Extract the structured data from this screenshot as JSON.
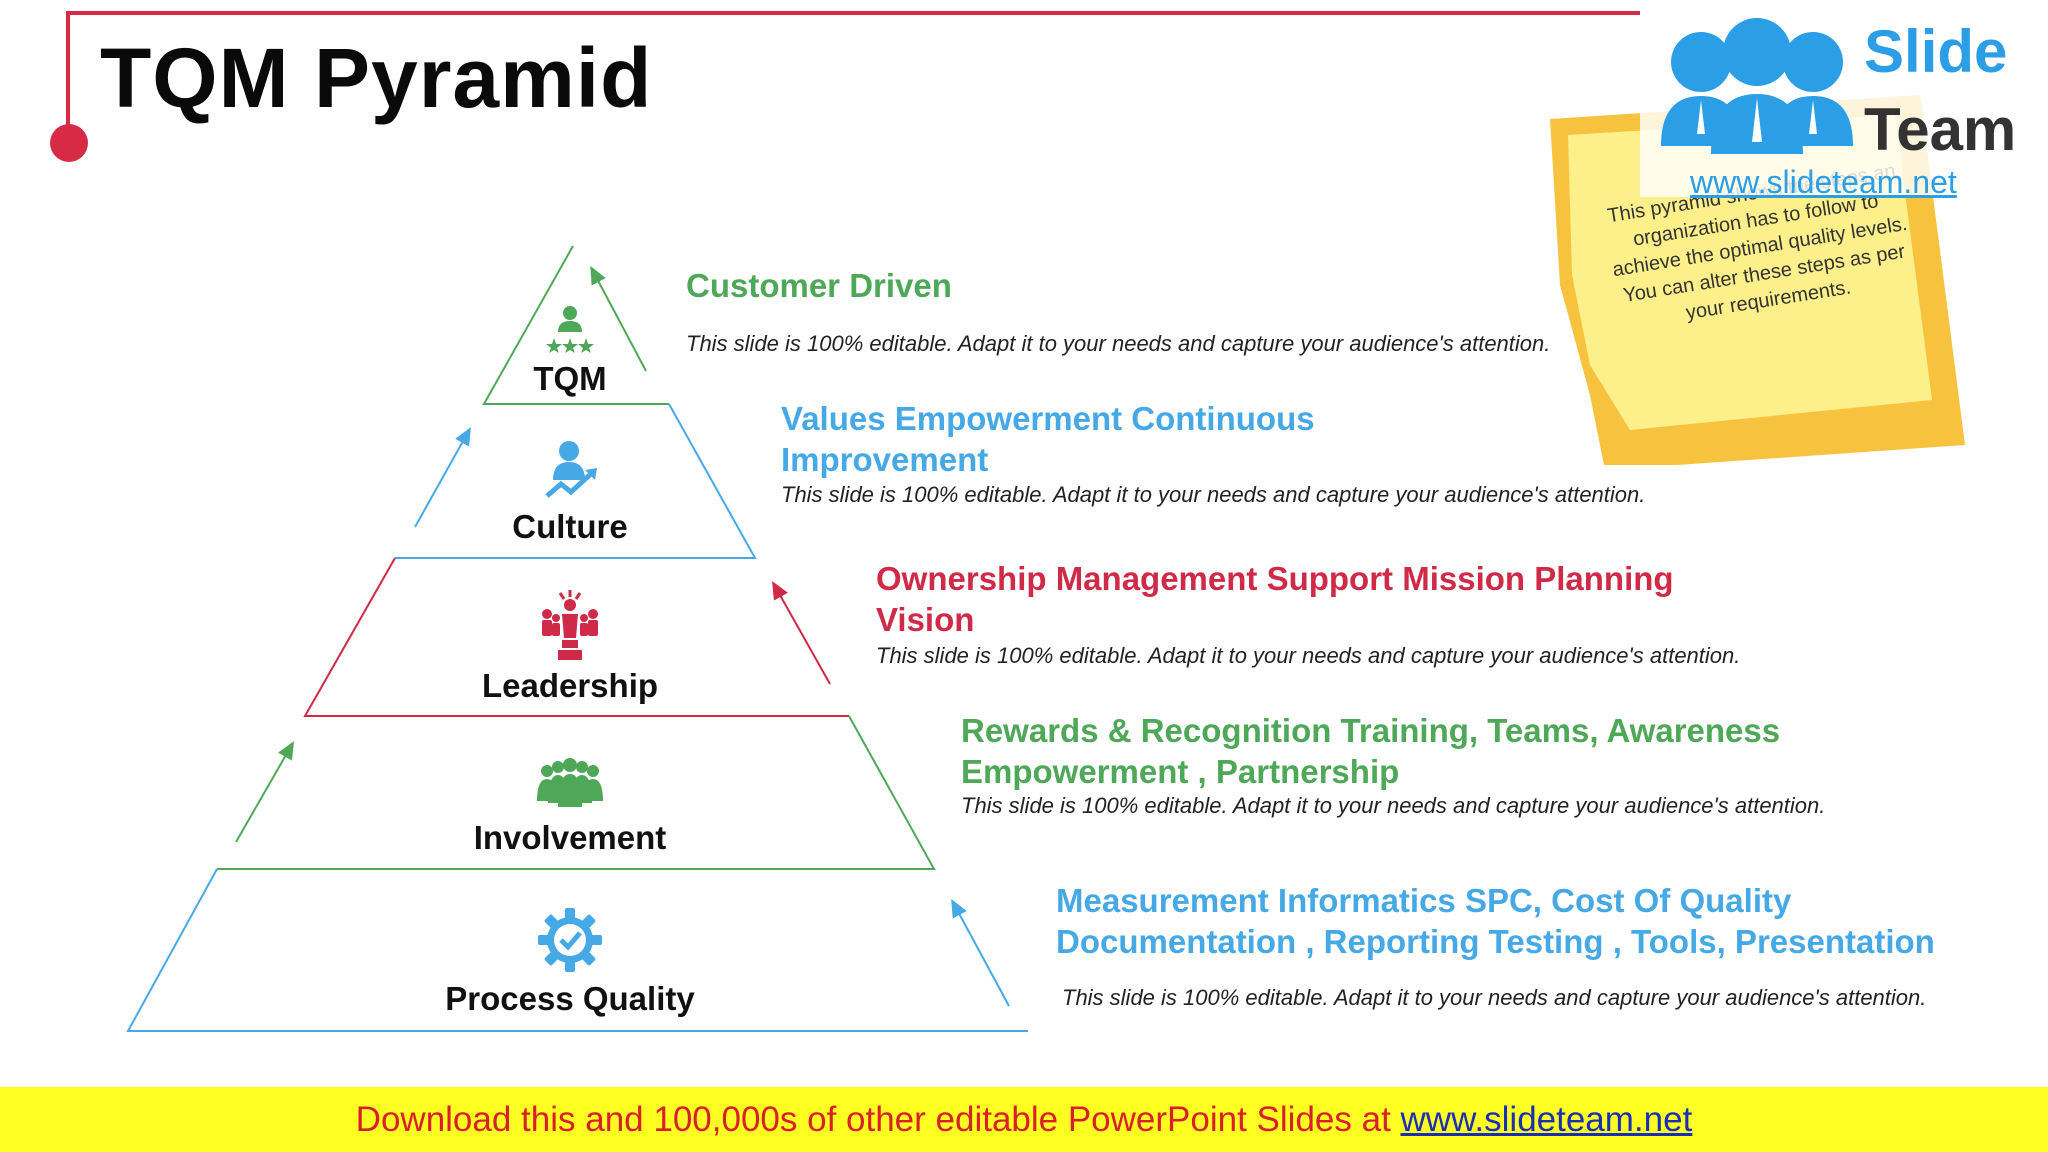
{
  "title": "TQM Pyramid",
  "tiers": [
    {
      "label": "TQM",
      "icon": "leader-stars-icon",
      "color": "#4ea858",
      "heading": "Customer Driven",
      "description": "This slide is 100% editable. Adapt it to your needs and capture your audience's attention."
    },
    {
      "label": "Culture",
      "icon": "growth-person-icon",
      "color": "#46a9e6",
      "heading": "Values Empowerment Continuous Improvement",
      "description": "This slide is 100% editable. Adapt it to your needs and capture your audience's attention."
    },
    {
      "label": "Leadership",
      "icon": "leader-team-icon",
      "color": "#cf2a48",
      "heading": "Ownership Management Support Mission Planning Vision",
      "description": "This slide is 100% editable. Adapt it to your needs and capture your audience's attention."
    },
    {
      "label": "Involvement",
      "icon": "group-icon",
      "color": "#4ea858",
      "heading": "Rewards & Recognition Training, Teams, Awareness Empowerment , Partnership",
      "description": "This slide is 100% editable. Adapt it to your needs and capture your audience's attention."
    },
    {
      "label": "Process Quality",
      "icon": "gear-check-icon",
      "color": "#46a9e6",
      "heading": "Measurement Informatics SPC, Cost Of Quality Documentation , Reporting Testing , Tools, Presentation",
      "description": "This slide is 100% editable. Adapt it to your needs and capture your audience's attention."
    }
  ],
  "sticky_note": "This pyramid shows the steps an organization has to follow to achieve the optimal quality levels. You can alter these steps as per your requirements.",
  "logo": {
    "line1": "Slide",
    "line2": "Team",
    "url": "www.slideteam.net"
  },
  "footer": {
    "text": "Download this and 100,000s of other editable PowerPoint Slides at ",
    "link": "www.slideteam.net"
  }
}
